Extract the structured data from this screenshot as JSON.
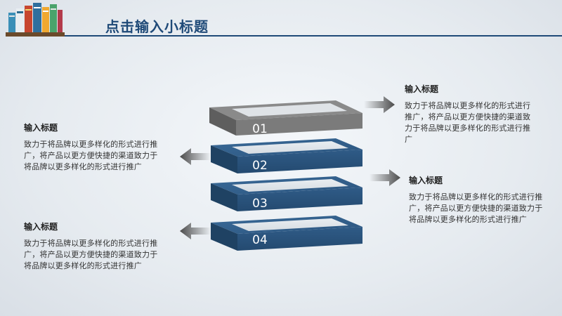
{
  "header": {
    "title": "点击输入小标题"
  },
  "layers": [
    {
      "number": "01",
      "color": "#808080"
    },
    {
      "number": "02",
      "color": "#2c5680"
    },
    {
      "number": "03",
      "color": "#2c5680"
    },
    {
      "number": "04",
      "color": "#2c5680"
    }
  ],
  "items": [
    {
      "heading": "输入标题",
      "body": "致力于将品牌以更多样化的形式进行推广，将产品以更方便快捷的渠道致力于将品牌以更多样化的形式进行推广"
    },
    {
      "heading": "输入标题",
      "body": "致力于将品牌以更多样化的形式进行推广，将产品以更方便快捷的渠道致力于将品牌以更多样化的形式进行推广"
    },
    {
      "heading": "输入标题",
      "body": "致力于将品牌以更多样化的形式进行推广，将产品以更方便快捷的渠道致力于将品牌以更多样化的形式进行推广"
    },
    {
      "heading": "输入标题",
      "body": "致力于将品牌以更多样化的形式进行推广，将产品以更方便快捷的渠道致力于将品牌以更多样化的形式进行推广"
    }
  ],
  "icons": {
    "logo": "books-icon",
    "arrow_left": "arrow-left-icon",
    "arrow_right": "arrow-right-icon"
  }
}
